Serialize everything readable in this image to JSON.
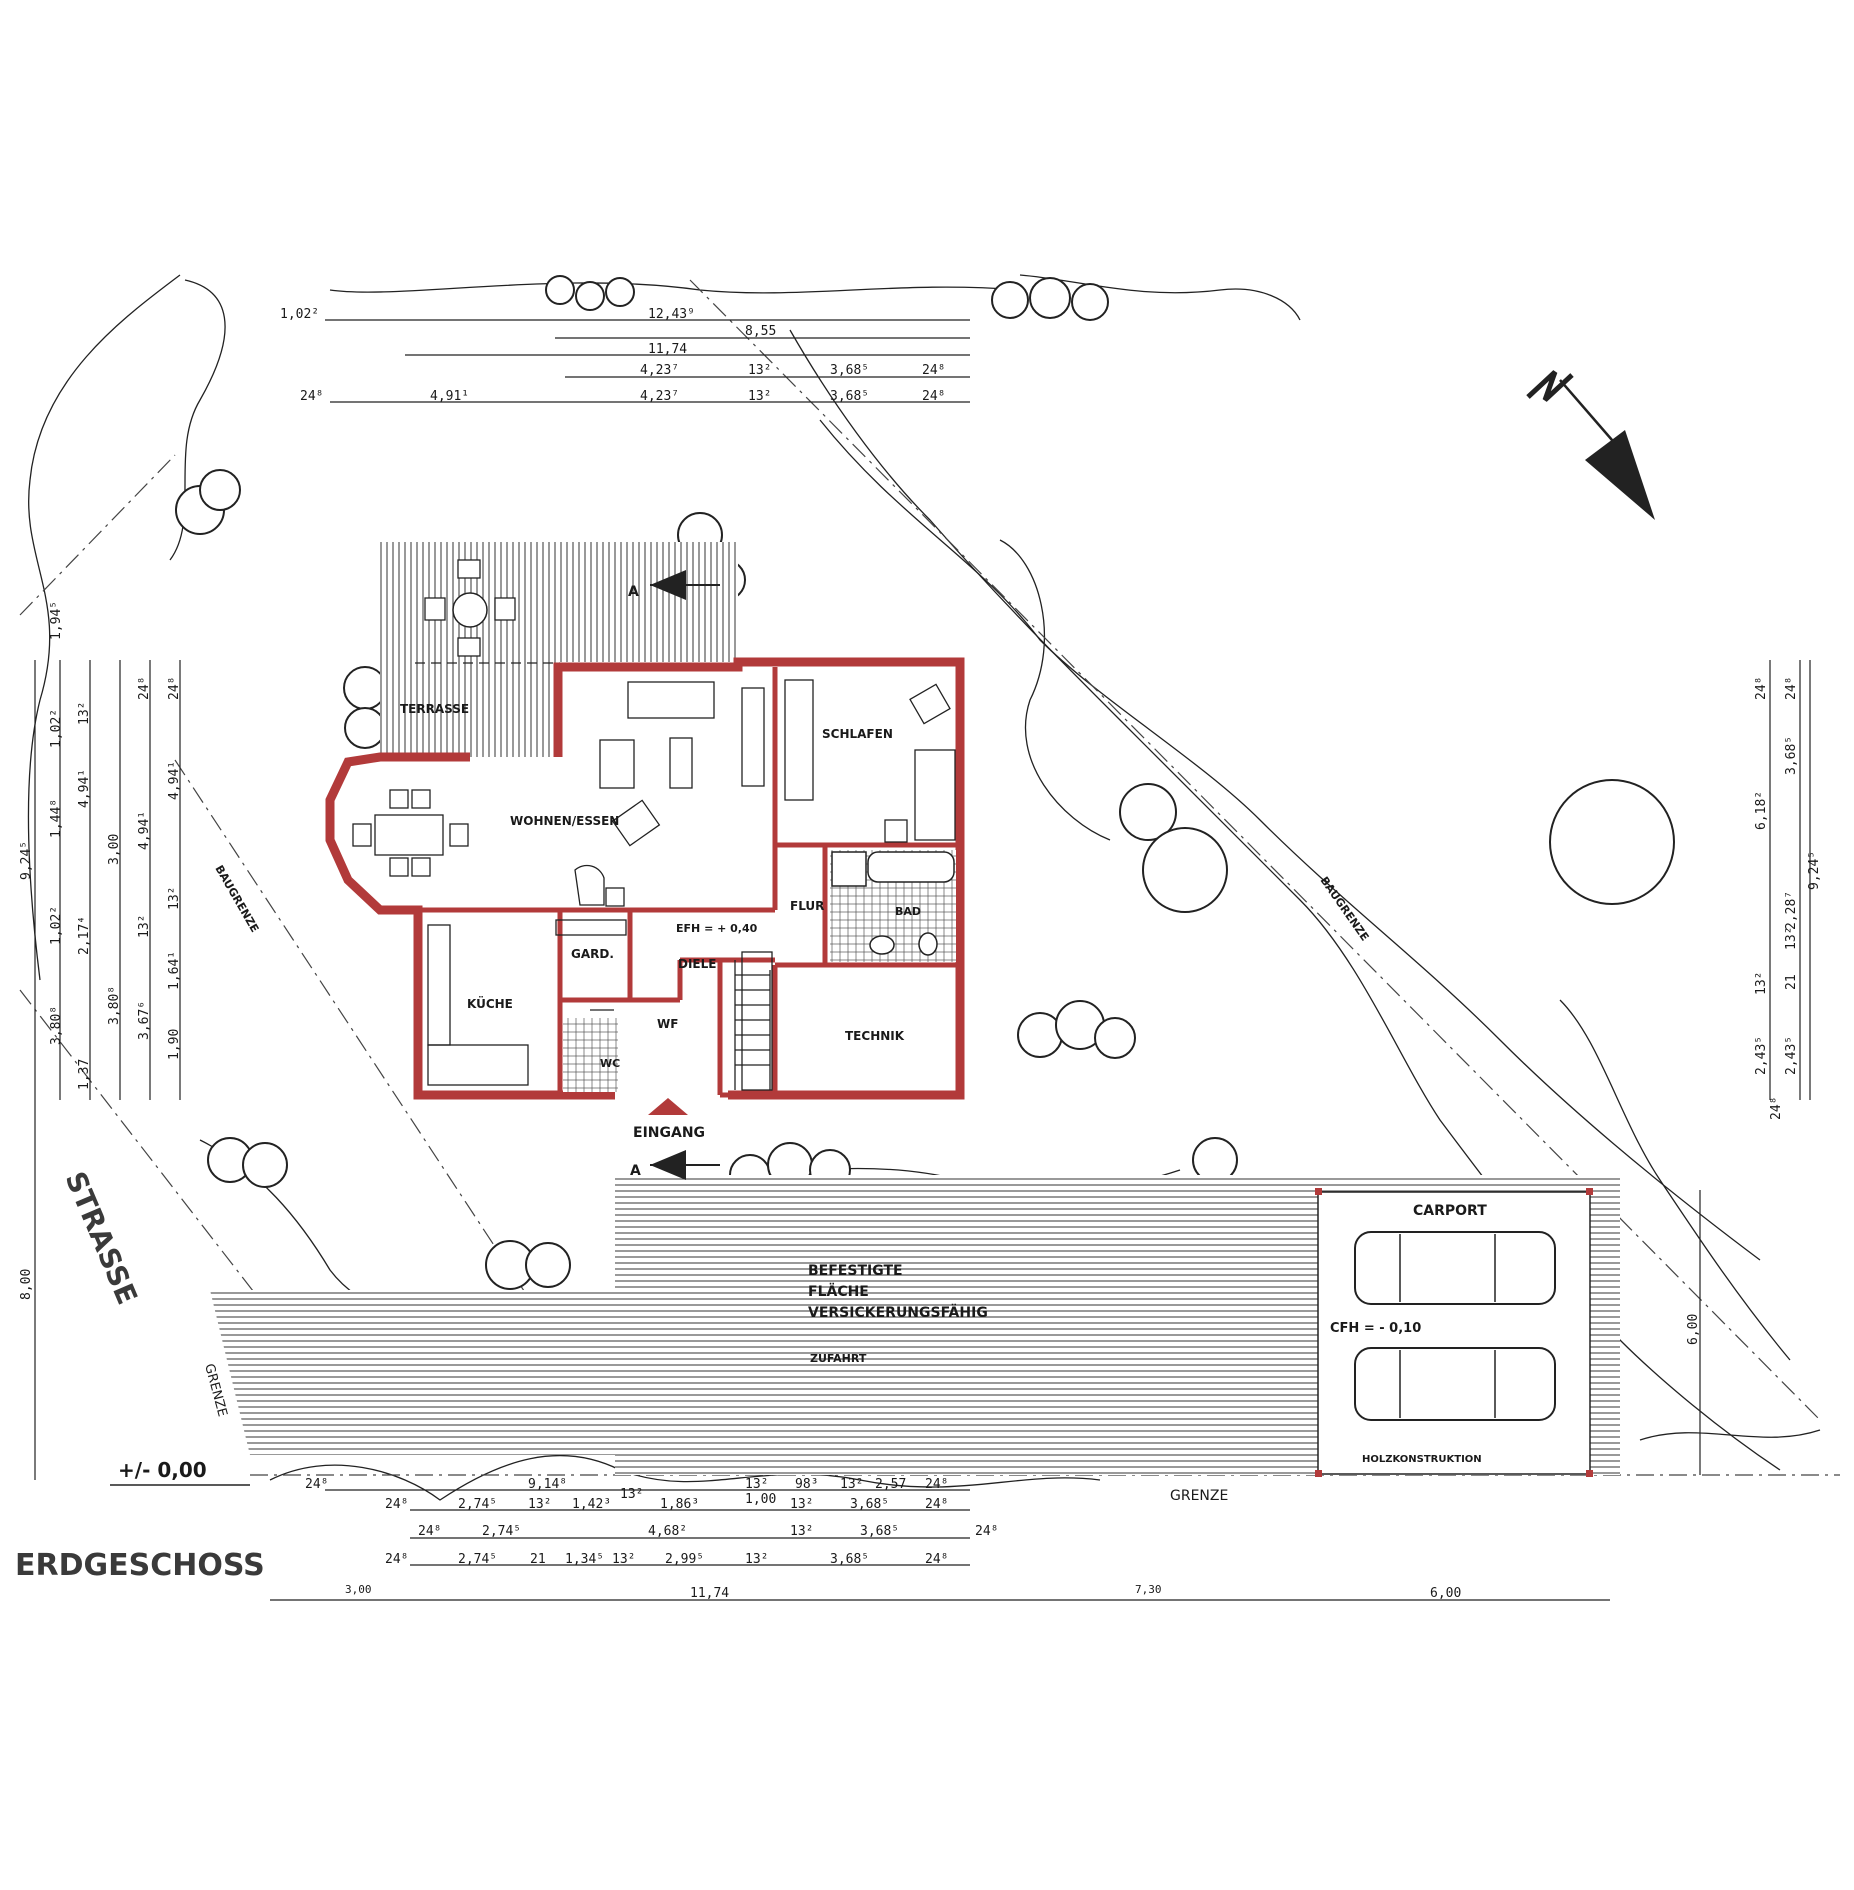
{
  "title": "ERDGESCHOSS",
  "street": "STRASSE",
  "level_zero": "+/- 0,00",
  "rooms": {
    "terrasse": "TERRASSE",
    "wohnen": "WOHNEN/ESSEN",
    "schlafen": "SCHLAFEN",
    "flur": "FLUR",
    "bad": "BAD",
    "efh": "EFH = + 0,40",
    "gard": "GARD.",
    "diele": "DIELE",
    "kueche": "KÜCHE",
    "wf": "WF",
    "wc": "WC",
    "technik": "TECHNIK",
    "eingang": "EINGANG",
    "section": "A"
  },
  "site": {
    "baugrenze": "BAUGRENZE",
    "grenze": "GRENZE",
    "carport": "CARPORT",
    "cfh": "CFH = - 0,10",
    "holz": "HOLZKONSTRUKTION",
    "paved_line1": "BEFESTIGTE",
    "paved_line2": "FLÄCHE",
    "paved_line3": "VERSICKERUNGSFÄHIG",
    "zufahrt": "ZUFAHRT"
  },
  "dims_top": [
    [
      "1,02²",
      "12,43⁹"
    ],
    [
      "8,55"
    ],
    [
      "11,74"
    ],
    [
      "4,23⁷",
      "13²",
      "3,68⁵",
      "24⁸"
    ],
    [
      "24⁸",
      "4,91¹",
      "4,23⁷",
      "13²",
      "3,68⁵",
      "24⁸"
    ]
  ],
  "dims_bottom": [
    [
      "24⁸",
      "9,14⁸",
      "13²",
      "98³",
      "13²",
      "2,57",
      "24⁸",
      "1,00"
    ],
    [
      "24⁸",
      "2,74⁵",
      "13²",
      "1,42³",
      "13²",
      "1,86³",
      "13²",
      "3,68⁵",
      "24⁸"
    ],
    [
      "24⁸",
      "2,74⁵",
      "4,68²",
      "13²",
      "3,68⁵",
      "24⁸"
    ],
    [
      "24⁸",
      "2,74⁵",
      "21",
      "1,34⁵",
      "13²",
      "2,99⁵",
      "13²",
      "3,68⁵",
      "24⁸"
    ],
    [
      "3,00",
      "11,74",
      "7,30",
      "6,00"
    ]
  ],
  "dims_left": [
    "9,24⁵",
    "8,00",
    "1,94⁵",
    "1,02²",
    "1,44⁸",
    "1,02²",
    "13²",
    "1,37",
    "3,80⁸",
    "2,17⁴",
    "4,94¹",
    "3,00",
    "3,80⁸",
    "24⁸",
    "4,94¹",
    "3,67⁶",
    "13²",
    "1,90",
    "1,64¹",
    "13²",
    "4,94¹",
    "24⁸"
  ],
  "dims_right": [
    "24⁸",
    "6,18²",
    "3,68⁵",
    "24⁸",
    "13²",
    "2,28⁷",
    "9,24⁵",
    "21",
    "2,43⁵",
    "13²",
    "2,43⁵",
    "24⁸",
    "6,00"
  ],
  "colors": {
    "wall": "#b23a3a",
    "line": "#222222",
    "text_grey": "#3a3a3a"
  }
}
